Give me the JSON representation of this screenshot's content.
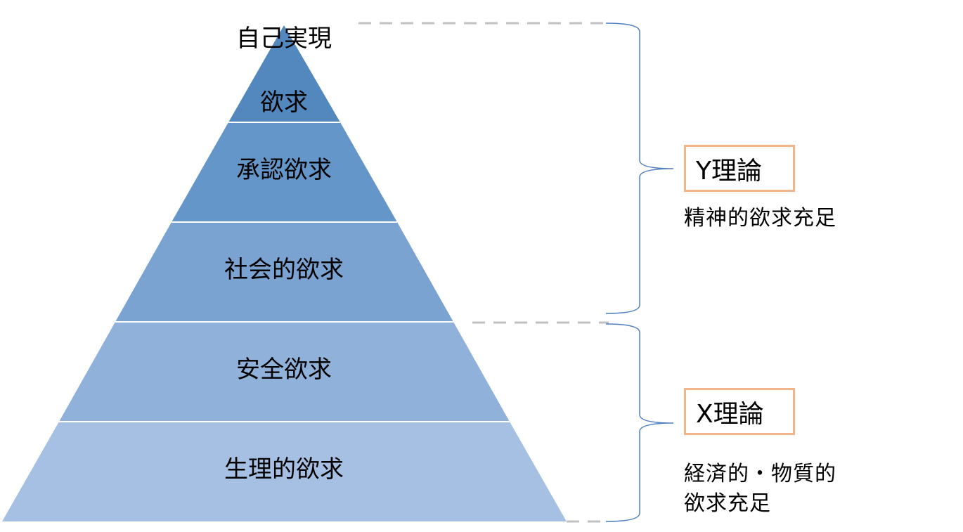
{
  "pyramid": {
    "levels": [
      {
        "lines": [
          "自己実現",
          "欲求"
        ],
        "color": "#5388bf"
      },
      {
        "lines": [
          "承認欲求"
        ],
        "color": "#6496c9"
      },
      {
        "lines": [
          "社会的欲求"
        ],
        "color": "#7aa3d2"
      },
      {
        "lines": [
          "安全欲求"
        ],
        "color": "#8fb1da"
      },
      {
        "lines": [
          "生理的欲求"
        ],
        "color": "#a6c0e3"
      }
    ]
  },
  "groups": {
    "y": {
      "title": "Y理論",
      "note": "精神的欲求充足"
    },
    "x": {
      "title": "X理論",
      "note_line1": "経済的・物質的",
      "note_line2": "欲求充足"
    }
  },
  "colors": {
    "bracket": "#4f7fc1",
    "dash": "#c0c0c0",
    "box_border": "#f2b48a"
  }
}
